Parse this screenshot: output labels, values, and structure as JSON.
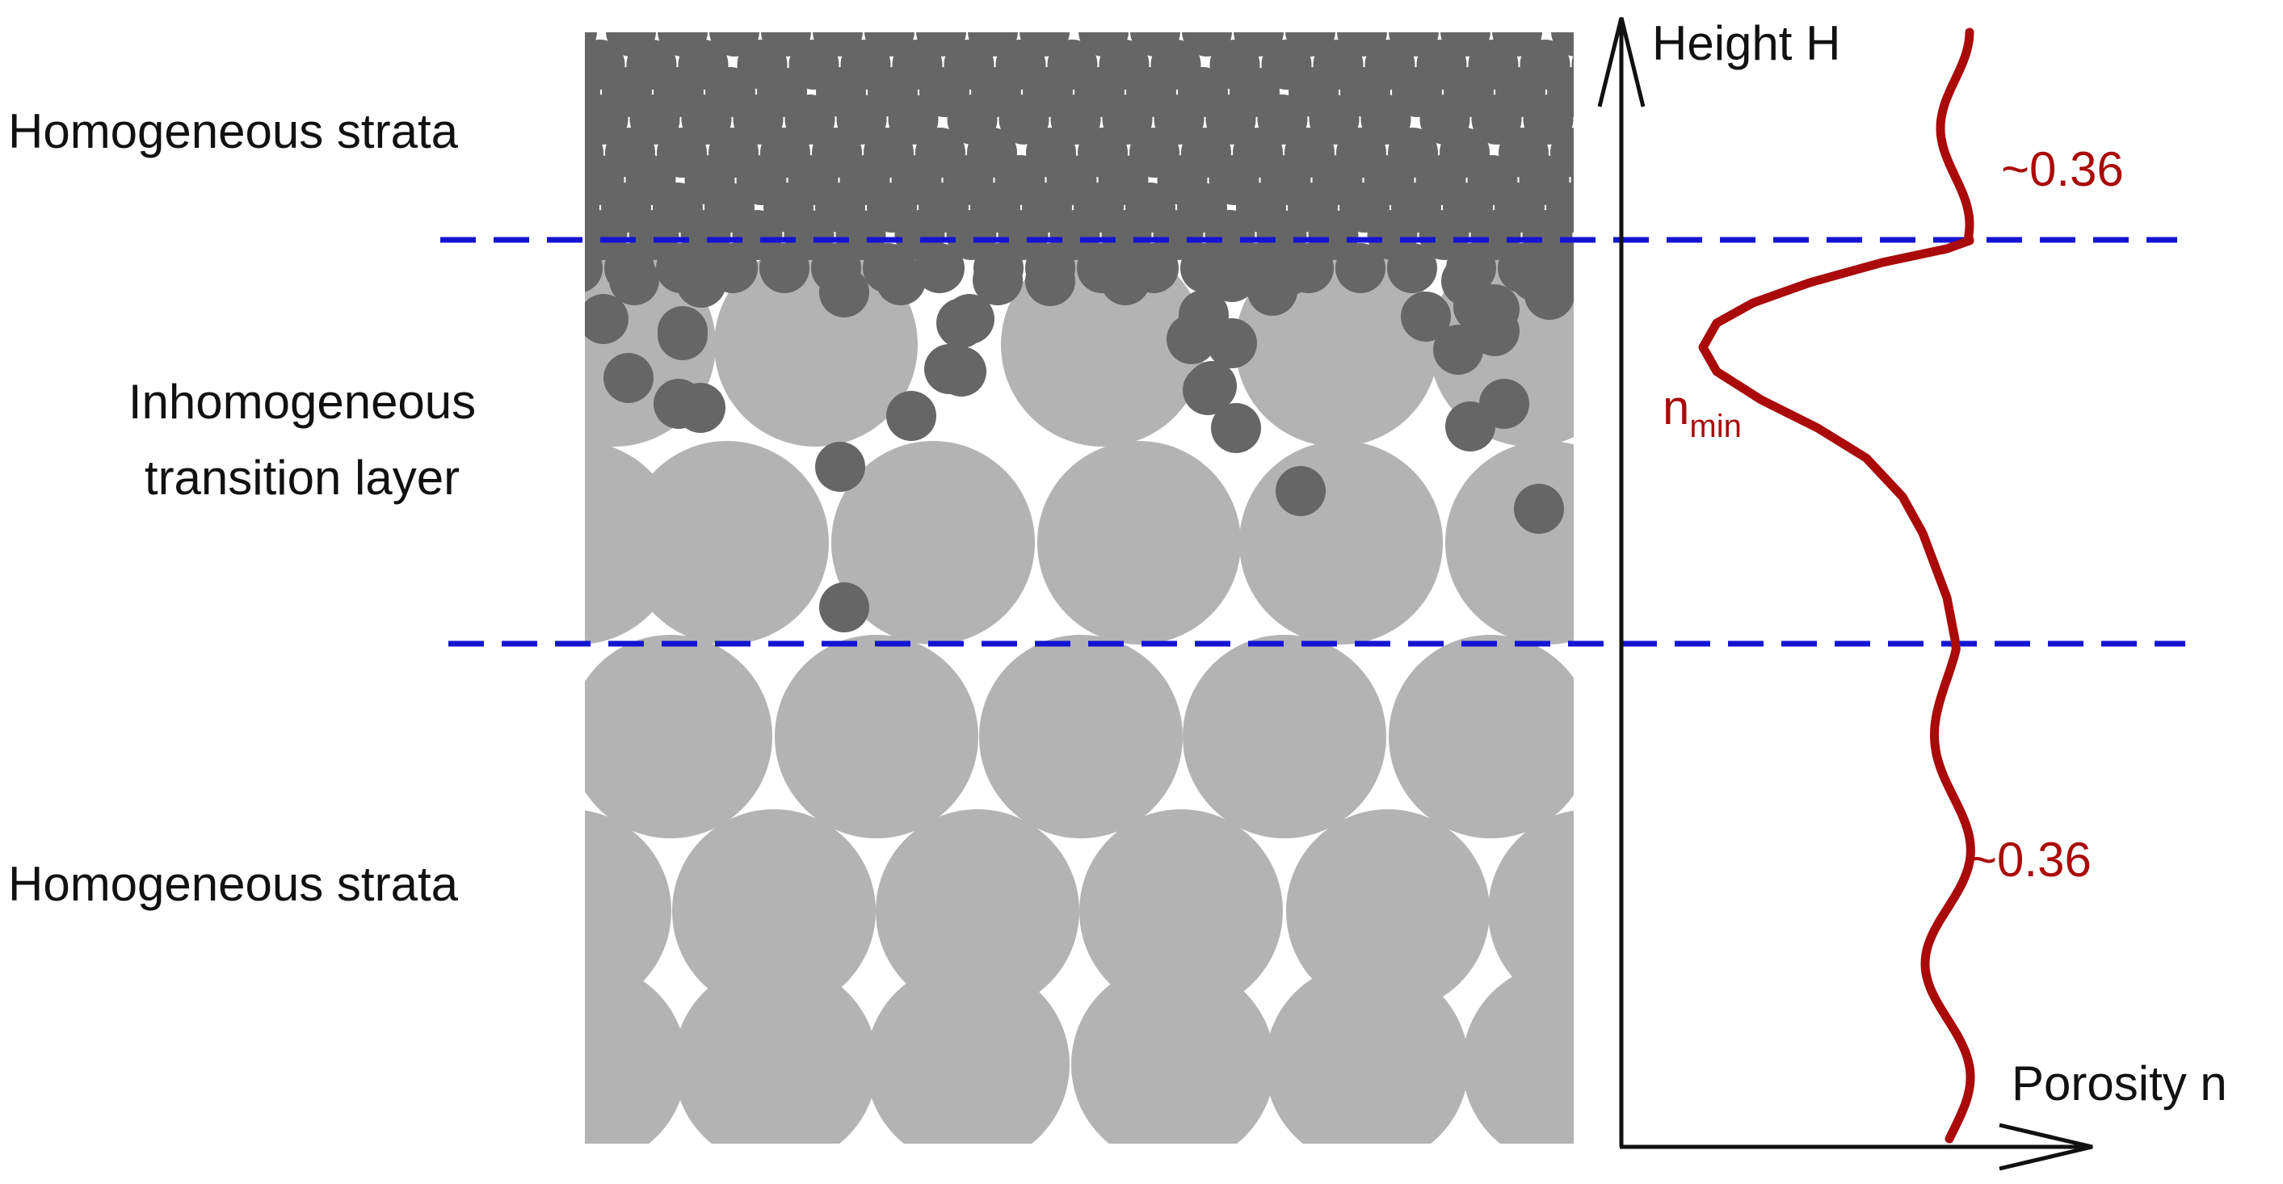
{
  "labels": {
    "top_strata": "Homogeneous strata",
    "transition_line1": "Inhomogeneous",
    "transition_line2": "transition layer",
    "bottom_strata": "Homogeneous strata"
  },
  "axes": {
    "y_label": "Height H",
    "x_label": "Porosity n"
  },
  "annotations": {
    "top_value": "~0.36",
    "bottom_value": "~0.36",
    "min_label_base": "n",
    "min_label_sub": "min"
  },
  "colors": {
    "fine_grain": "#666666",
    "coarse_grain": "#b3b3b3",
    "boundary_line": "#1414d2",
    "porosity_curve": "#aa0a0a",
    "axis": "#111111"
  },
  "icons": {
    "y_axis_arrow": "arrow-up-icon",
    "x_axis_arrow": "arrow-right-icon"
  }
}
